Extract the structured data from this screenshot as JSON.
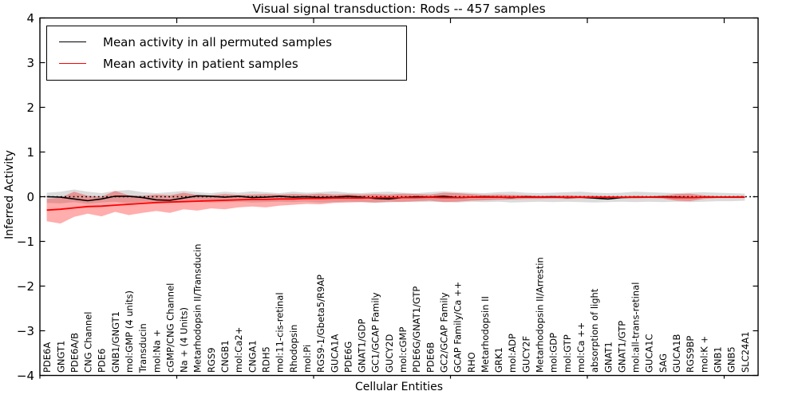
{
  "title": "Visual signal transduction: Rods -- 457 samples",
  "legend": {
    "position": "upper left",
    "items": [
      {
        "label": "Mean activity in all permuted samples",
        "color": "#000000"
      },
      {
        "label": "Mean activity in patient samples",
        "color": "#ff0000"
      }
    ]
  },
  "chart_data": {
    "type": "line",
    "title": "Visual signal transduction: Rods -- 457 samples",
    "xlabel": "Cellular Entities",
    "ylabel": "Inferred Activity",
    "ylim": [
      -4,
      4
    ],
    "yticks": [
      -4,
      -3,
      -2,
      -1,
      0,
      1,
      2,
      3,
      4
    ],
    "grid": false,
    "legend_position": "upper left",
    "zero_line": {
      "y": 0,
      "style": "dotted",
      "color": "#000000"
    },
    "band_colors": {
      "permuted": "#888888",
      "patient": "#ff0000"
    },
    "categories": [
      "PDE6A",
      "GNGT1",
      "PDE6A/B",
      "CNG Channel",
      "PDE6",
      "GNB1/GNGT1",
      "mol:GMP (4 units)",
      "Transducin",
      "mol:Na +",
      "cGMP/CNG Channel",
      "Na + (4 Units)",
      "Metarhodopsin II/Transducin",
      "RGS9",
      "CNGB1",
      "mol:Ca2+",
      "CNGA1",
      "RDH5",
      "mol:11-cis-retinal",
      "Rhodopsin",
      "mol:Pi",
      "RGS9-1/Gbeta5/R9AP",
      "GUCA1A",
      "PDE6G",
      "GNAT1/GDP",
      "GC1/GCAP Family",
      "GUCY2D",
      "mol:cGMP",
      "PDE6G/GNAT1/GTP",
      "PDE6B",
      "GC2/GCAP Family",
      "GCAP Family/Ca ++",
      "RHO",
      "Metarhodopsin II",
      "GRK1",
      "mol:ADP",
      "GUCY2F",
      "Metarhodopsin II/Arrestin",
      "mol:GDP",
      "mol:GTP",
      "mol:Ca ++",
      "absorption of light",
      "GNAT1",
      "GNAT1/GTP",
      "mol:all-trans-retinal",
      "GUCA1C",
      "SAG",
      "GUCA1B",
      "RGS9BP",
      "mol:K +",
      "GNB1",
      "GNB5",
      "SLC24A1"
    ],
    "series": [
      {
        "name": "Mean activity in all permuted samples",
        "color": "#000000",
        "values": [
          0.0,
          -0.01,
          -0.05,
          -0.09,
          -0.05,
          0.01,
          0.01,
          -0.02,
          -0.07,
          -0.08,
          -0.03,
          0.02,
          0.01,
          -0.01,
          0.01,
          -0.02,
          -0.01,
          0.01,
          -0.01,
          0.0,
          -0.02,
          -0.01,
          0.01,
          -0.01,
          -0.04,
          -0.05,
          -0.02,
          0.0,
          -0.01,
          0.01,
          -0.02,
          -0.01,
          0.0,
          -0.01,
          -0.02,
          0.0,
          -0.01,
          0.0,
          -0.02,
          -0.01,
          -0.03,
          -0.05,
          -0.02,
          -0.01,
          -0.01,
          0.0,
          -0.01,
          -0.02,
          -0.01,
          -0.01,
          -0.01,
          -0.01
        ],
        "band_upper": [
          0.09,
          0.11,
          0.16,
          0.11,
          0.08,
          0.13,
          0.15,
          0.1,
          0.08,
          0.1,
          0.13,
          0.1,
          0.08,
          0.11,
          0.09,
          0.12,
          0.1,
          0.08,
          0.11,
          0.09,
          0.1,
          0.12,
          0.09,
          0.08,
          0.1,
          0.11,
          0.09,
          0.08,
          0.1,
          0.12,
          0.1,
          0.09,
          0.08,
          0.1,
          0.11,
          0.09,
          0.08,
          0.09,
          0.1,
          0.11,
          0.09,
          0.08,
          0.09,
          0.11,
          0.1,
          0.09,
          0.08,
          0.09,
          0.1,
          0.09,
          0.08,
          0.07
        ],
        "band_lower": [
          -0.14,
          -0.15,
          -0.12,
          -0.16,
          -0.13,
          -0.11,
          -0.15,
          -0.12,
          -0.11,
          -0.14,
          -0.12,
          -0.11,
          -0.13,
          -0.12,
          -0.11,
          -0.13,
          -0.12,
          -0.11,
          -0.12,
          -0.11,
          -0.13,
          -0.12,
          -0.11,
          -0.12,
          -0.14,
          -0.13,
          -0.11,
          -0.12,
          -0.11,
          -0.12,
          -0.13,
          -0.11,
          -0.12,
          -0.11,
          -0.13,
          -0.12,
          -0.11,
          -0.12,
          -0.11,
          -0.12,
          -0.13,
          -0.12,
          -0.11,
          -0.12,
          -0.11,
          -0.12,
          -0.11,
          -0.12,
          -0.11,
          -0.1,
          -0.1,
          -0.09
        ]
      },
      {
        "name": "Mean activity in patient samples",
        "color": "#ff0000",
        "values": [
          -0.3,
          -0.28,
          -0.25,
          -0.22,
          -0.21,
          -0.19,
          -0.17,
          -0.15,
          -0.13,
          -0.12,
          -0.11,
          -0.1,
          -0.09,
          -0.08,
          -0.07,
          -0.06,
          -0.06,
          -0.05,
          -0.05,
          -0.04,
          -0.04,
          -0.03,
          -0.03,
          -0.03,
          -0.02,
          -0.02,
          -0.02,
          -0.02,
          -0.01,
          -0.02,
          -0.02,
          -0.01,
          -0.01,
          -0.01,
          -0.01,
          -0.01,
          -0.01,
          -0.01,
          -0.01,
          -0.01,
          -0.01,
          -0.01,
          -0.01,
          -0.01,
          -0.01,
          -0.01,
          -0.02,
          -0.02,
          -0.01,
          -0.01,
          -0.01,
          -0.01
        ],
        "band_upper": [
          -0.05,
          -0.02,
          0.11,
          0.02,
          0.0,
          0.13,
          0.03,
          0.02,
          0.05,
          0.03,
          0.09,
          0.04,
          0.03,
          0.06,
          0.04,
          0.05,
          0.06,
          0.05,
          0.06,
          0.05,
          0.07,
          0.05,
          0.06,
          0.05,
          0.06,
          0.05,
          0.07,
          0.06,
          0.05,
          0.09,
          0.08,
          0.06,
          0.04,
          0.05,
          0.04,
          0.03,
          0.02,
          0.02,
          0.03,
          0.02,
          0.02,
          0.01,
          0.01,
          0.02,
          0.01,
          0.02,
          0.06,
          0.07,
          0.03,
          0.01,
          0.01,
          0.02
        ],
        "band_lower": [
          -0.55,
          -0.6,
          -0.45,
          -0.38,
          -0.44,
          -0.34,
          -0.41,
          -0.36,
          -0.32,
          -0.36,
          -0.28,
          -0.31,
          -0.26,
          -0.28,
          -0.24,
          -0.22,
          -0.24,
          -0.2,
          -0.18,
          -0.16,
          -0.17,
          -0.14,
          -0.13,
          -0.12,
          -0.13,
          -0.11,
          -0.12,
          -0.1,
          -0.09,
          -0.12,
          -0.11,
          -0.09,
          -0.08,
          -0.07,
          -0.06,
          -0.05,
          -0.05,
          -0.04,
          -0.05,
          -0.04,
          -0.04,
          -0.03,
          -0.03,
          -0.04,
          -0.03,
          -0.04,
          -0.09,
          -0.1,
          -0.05,
          -0.03,
          -0.03,
          -0.03
        ]
      }
    ]
  }
}
